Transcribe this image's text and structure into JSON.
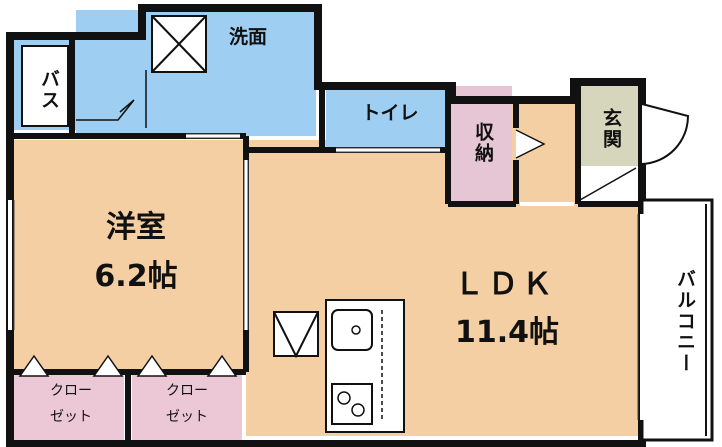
{
  "rooms": {
    "western_room": {
      "name": "洋室",
      "size": "6.2帖"
    },
    "ldk": {
      "name": "ＬＤＫ",
      "size": "11.4帖"
    },
    "washroom": {
      "name": "洗面"
    },
    "bath": {
      "name": "バス"
    },
    "toilet": {
      "name": "トイレ"
    },
    "storage": {
      "name": "収納"
    },
    "entrance": {
      "name": "玄関"
    },
    "balcony": {
      "name": "バルコニー"
    },
    "closet_1": {
      "line1": "クロー",
      "line2": "ゼット"
    },
    "closet_2": {
      "line1": "クロー",
      "line2": "ゼット"
    }
  },
  "colors": {
    "room_floor": "#f3cfa3",
    "wet_area": "#9ecff2",
    "storage": "#e6c6d4",
    "entrance": "#d6d6bc",
    "closet": "#ecc7d6",
    "wall": "#111111",
    "balcony": "#ffffff"
  }
}
